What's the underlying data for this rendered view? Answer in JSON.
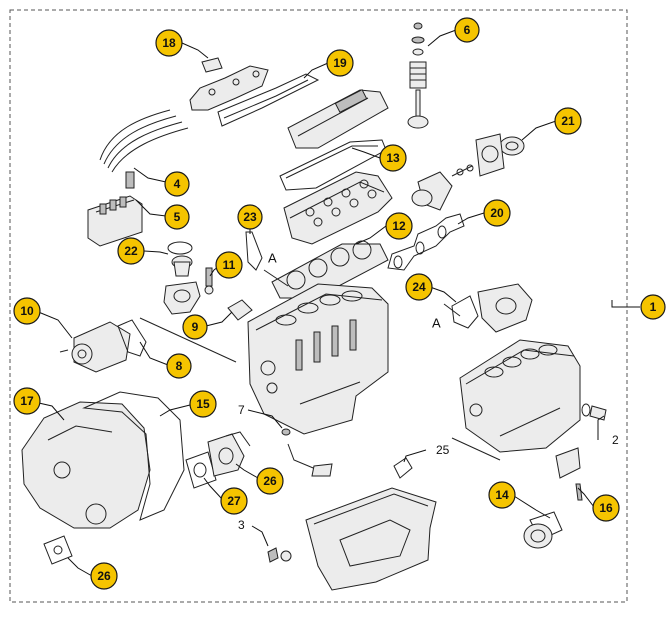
{
  "diagram": {
    "callouts": [
      {
        "id": "c1",
        "label": "1"
      },
      {
        "id": "c4",
        "label": "4"
      },
      {
        "id": "c5",
        "label": "5"
      },
      {
        "id": "c6",
        "label": "6"
      },
      {
        "id": "c8",
        "label": "8"
      },
      {
        "id": "c9",
        "label": "9"
      },
      {
        "id": "c10",
        "label": "10"
      },
      {
        "id": "c11",
        "label": "11"
      },
      {
        "id": "c12",
        "label": "12"
      },
      {
        "id": "c13",
        "label": "13"
      },
      {
        "id": "c14",
        "label": "14"
      },
      {
        "id": "c15",
        "label": "15"
      },
      {
        "id": "c16",
        "label": "16"
      },
      {
        "id": "c17",
        "label": "17"
      },
      {
        "id": "c18",
        "label": "18"
      },
      {
        "id": "c19",
        "label": "19"
      },
      {
        "id": "c20",
        "label": "20"
      },
      {
        "id": "c21",
        "label": "21"
      },
      {
        "id": "c22",
        "label": "22"
      },
      {
        "id": "c23",
        "label": "23"
      },
      {
        "id": "c24",
        "label": "24"
      },
      {
        "id": "c26a",
        "label": "26"
      },
      {
        "id": "c26b",
        "label": "26"
      },
      {
        "id": "c27",
        "label": "27"
      }
    ],
    "plain_labels": [
      {
        "id": "p2",
        "label": "2"
      },
      {
        "id": "p3",
        "label": "3"
      },
      {
        "id": "p7",
        "label": "7"
      },
      {
        "id": "p25",
        "label": "25"
      }
    ],
    "reference_markers": [
      {
        "id": "refA1",
        "label": "A"
      },
      {
        "id": "refA2",
        "label": "A"
      }
    ],
    "colors": {
      "callout_fill": "#f5c400",
      "outline": "#222222",
      "border": "#555555"
    }
  }
}
